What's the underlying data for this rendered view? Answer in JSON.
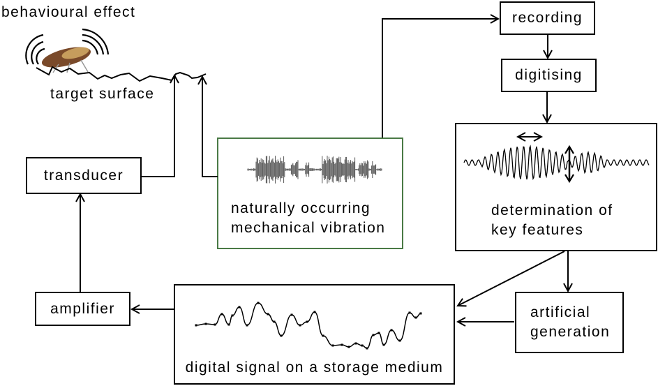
{
  "diagram": {
    "title": "Playback of vibrational signals workflow",
    "labels": {
      "behavioural_effect": "behavioural effect",
      "target_surface": "target surface"
    },
    "nodes": {
      "transducer": "transducer",
      "amplifier": "amplifier",
      "natural_vibration": "naturally occurring\nmechanical vibration",
      "recording": "recording",
      "digitising": "digitising",
      "key_features": "determination of\nkey features",
      "artificial_generation": "artificial\ngeneration",
      "digital_signal": "digital signal on a storage medium"
    },
    "edges": [
      {
        "from": "natural_vibration",
        "to": "recording"
      },
      {
        "from": "recording",
        "to": "digitising"
      },
      {
        "from": "digitising",
        "to": "key_features"
      },
      {
        "from": "key_features",
        "to": "artificial_generation"
      },
      {
        "from": "key_features",
        "to": "digital_signal"
      },
      {
        "from": "artificial_generation",
        "to": "digital_signal"
      },
      {
        "from": "digital_signal",
        "to": "amplifier"
      },
      {
        "from": "amplifier",
        "to": "transducer"
      },
      {
        "from": "transducer",
        "to": "target_surface"
      },
      {
        "from": "natural_vibration",
        "to": "target_surface"
      }
    ],
    "colors": {
      "line": "#000000",
      "natural_box_border": "#4a7a45"
    }
  }
}
